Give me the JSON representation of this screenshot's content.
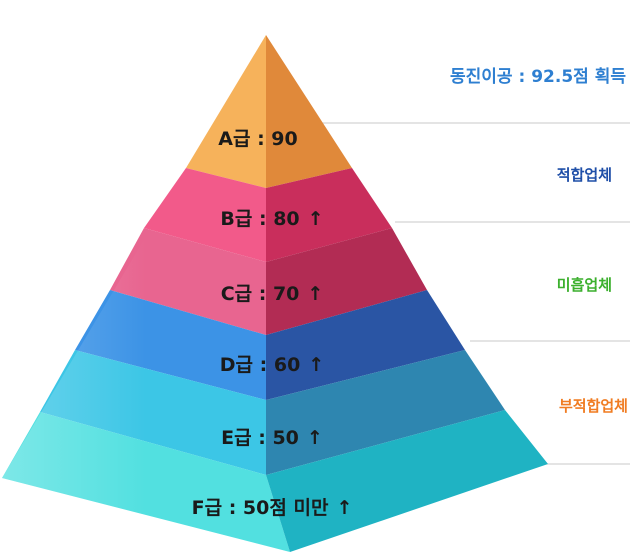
{
  "headline": {
    "text": "동진이공 : 92.5점 획득",
    "color": "#2e7fd1"
  },
  "tiers": [
    {
      "label": "A급 : 90",
      "arrow": "",
      "left_color": "#f6b25b",
      "right_color": "#e0893a"
    },
    {
      "label": "B급 : 80",
      "arrow": "↑",
      "left_color": "#f25a8a",
      "right_color": "#c92e5c"
    },
    {
      "label": "C급 : 70",
      "arrow": "↑",
      "left_color": "#e86590",
      "right_color": "#b22c54"
    },
    {
      "label": "D급 : 60",
      "arrow": "↑",
      "left_color": "#3c93e6",
      "right_color": "#2a55a4"
    },
    {
      "label": "E급 : 50",
      "arrow": "↑",
      "left_color": "#3cc6e6",
      "right_color": "#2e86b0"
    },
    {
      "label": "F급 : 50점 미만",
      "arrow": "↑",
      "left_color": "#52e0e0",
      "right_color": "#1fb3c3"
    }
  ],
  "categories": [
    {
      "label": "적합업체",
      "color": "#1f4fa8"
    },
    {
      "label": "미흡업체",
      "color": "#3cb02e"
    },
    {
      "label": "부적합업체",
      "color": "#f07c22"
    }
  ],
  "divider_color": "#c8c8c8"
}
